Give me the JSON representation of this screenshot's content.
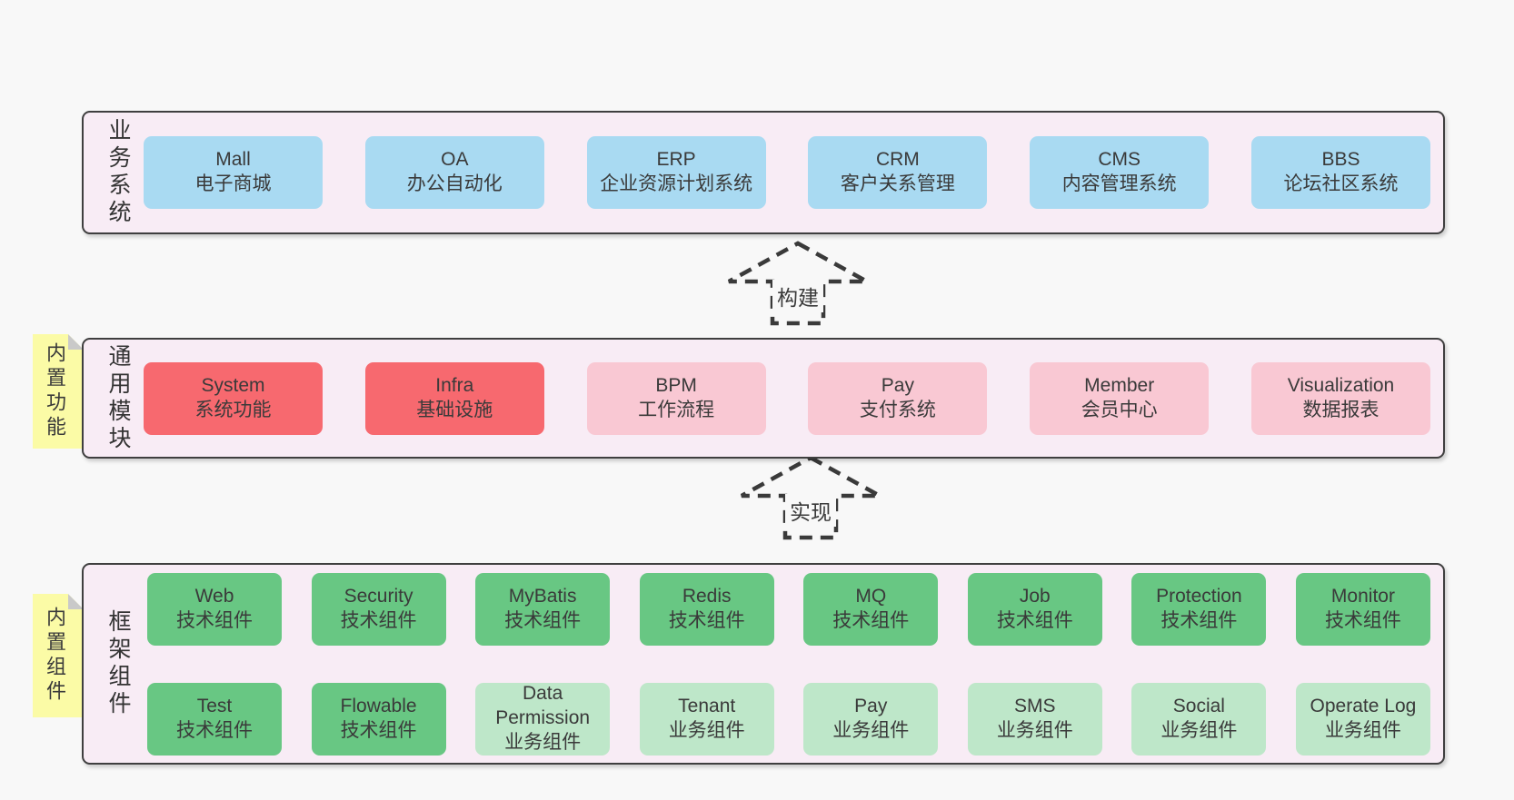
{
  "colors": {
    "bg": "#f8f8f8",
    "panel": "#f8ecf5",
    "panelBorder": "#3f3f3f",
    "blue": "#a9daf2",
    "red": "#f7696f",
    "pink": "#f9c8d3",
    "green": "#68c783",
    "lightgreen": "#bee7c9",
    "note": "#fbfba6",
    "noteFold": "#c9c9c9",
    "text": "#3d3d3d"
  },
  "layers": {
    "business": {
      "label": "业务系统",
      "boxes": [
        {
          "name": "Mall",
          "desc": "电子商城",
          "type": "blue"
        },
        {
          "name": "OA",
          "desc": "办公自动化",
          "type": "blue"
        },
        {
          "name": "ERP",
          "desc": "企业资源计划系统",
          "type": "blue"
        },
        {
          "name": "CRM",
          "desc": "客户关系管理",
          "type": "blue"
        },
        {
          "name": "CMS",
          "desc": "内容管理系统",
          "type": "blue"
        },
        {
          "name": "BBS",
          "desc": "论坛社区系统",
          "type": "blue"
        }
      ]
    },
    "modules": {
      "label": "通用模块",
      "note": "内置功能",
      "boxes": [
        {
          "name": "System",
          "desc": "系统功能",
          "type": "red"
        },
        {
          "name": "Infra",
          "desc": "基础设施",
          "type": "red"
        },
        {
          "name": "BPM",
          "desc": "工作流程",
          "type": "pink"
        },
        {
          "name": "Pay",
          "desc": "支付系统",
          "type": "pink"
        },
        {
          "name": "Member",
          "desc": "会员中心",
          "type": "pink"
        },
        {
          "name": "Visualization",
          "desc": "数据报表",
          "type": "pink"
        }
      ]
    },
    "components": {
      "label": "框架组件",
      "note": "内置组件",
      "rows": [
        [
          {
            "name": "Web",
            "desc": "技术组件",
            "type": "green"
          },
          {
            "name": "Security",
            "desc": "技术组件",
            "type": "green"
          },
          {
            "name": "MyBatis",
            "desc": "技术组件",
            "type": "green"
          },
          {
            "name": "Redis",
            "desc": "技术组件",
            "type": "green"
          },
          {
            "name": "MQ",
            "desc": "技术组件",
            "type": "green"
          },
          {
            "name": "Job",
            "desc": "技术组件",
            "type": "green"
          },
          {
            "name": "Protection",
            "desc": "技术组件",
            "type": "green"
          },
          {
            "name": "Monitor",
            "desc": "技术组件",
            "type": "green"
          }
        ],
        [
          {
            "name": "Test",
            "desc": "技术组件",
            "type": "green"
          },
          {
            "name": "Flowable",
            "desc": "技术组件",
            "type": "green"
          },
          {
            "name": "Data Permission",
            "desc": "业务组件",
            "type": "lightgreen"
          },
          {
            "name": "Tenant",
            "desc": "业务组件",
            "type": "lightgreen"
          },
          {
            "name": "Pay",
            "desc": "业务组件",
            "type": "lightgreen"
          },
          {
            "name": "SMS",
            "desc": "业务组件",
            "type": "lightgreen"
          },
          {
            "name": "Social",
            "desc": "业务组件",
            "type": "lightgreen"
          },
          {
            "name": "Operate Log",
            "desc": "业务组件",
            "type": "lightgreen"
          }
        ]
      ]
    }
  },
  "arrows": [
    {
      "label": "构建"
    },
    {
      "label": "实现"
    }
  ]
}
